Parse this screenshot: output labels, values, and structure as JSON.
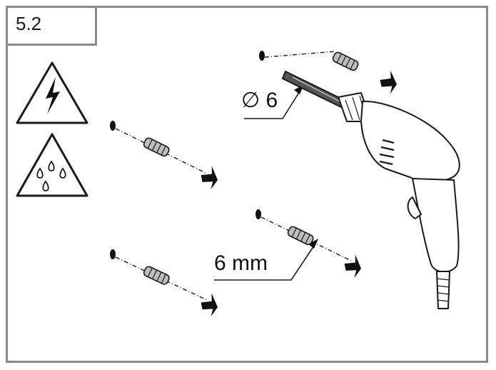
{
  "figure": {
    "step_label": "5.2",
    "callout_diameter": "∅ 6",
    "callout_depth": "6 mm"
  },
  "icons": {
    "warning_electric": "electric-hazard-warning-icon",
    "warning_water": "water-hazard-warning-icon",
    "drill": "power-drill-icon",
    "dowel": "wall-plug-icon",
    "arrow": "push-arrow-icon"
  },
  "colors": {
    "line": "#1a1a1a",
    "frame": "#8a8a8a",
    "fill_grey": "#bdbdbd",
    "background": "#ffffff"
  }
}
